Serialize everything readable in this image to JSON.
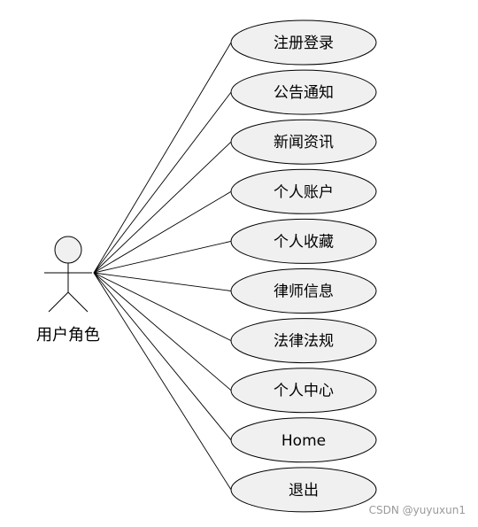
{
  "actor": {
    "label": "用户角色"
  },
  "use_cases": [
    {
      "label": "注册登录"
    },
    {
      "label": "公告通知"
    },
    {
      "label": "新闻资讯"
    },
    {
      "label": "个人账户"
    },
    {
      "label": "个人收藏"
    },
    {
      "label": "律师信息"
    },
    {
      "label": "法律法规"
    },
    {
      "label": "个人中心"
    },
    {
      "label": "Home"
    },
    {
      "label": "退出"
    }
  ],
  "colors": {
    "shape_fill": "#f0f0f0",
    "stroke": "#000000",
    "watermark": "#9a9a9a"
  },
  "watermark": "CSDN @yuyuxun1"
}
